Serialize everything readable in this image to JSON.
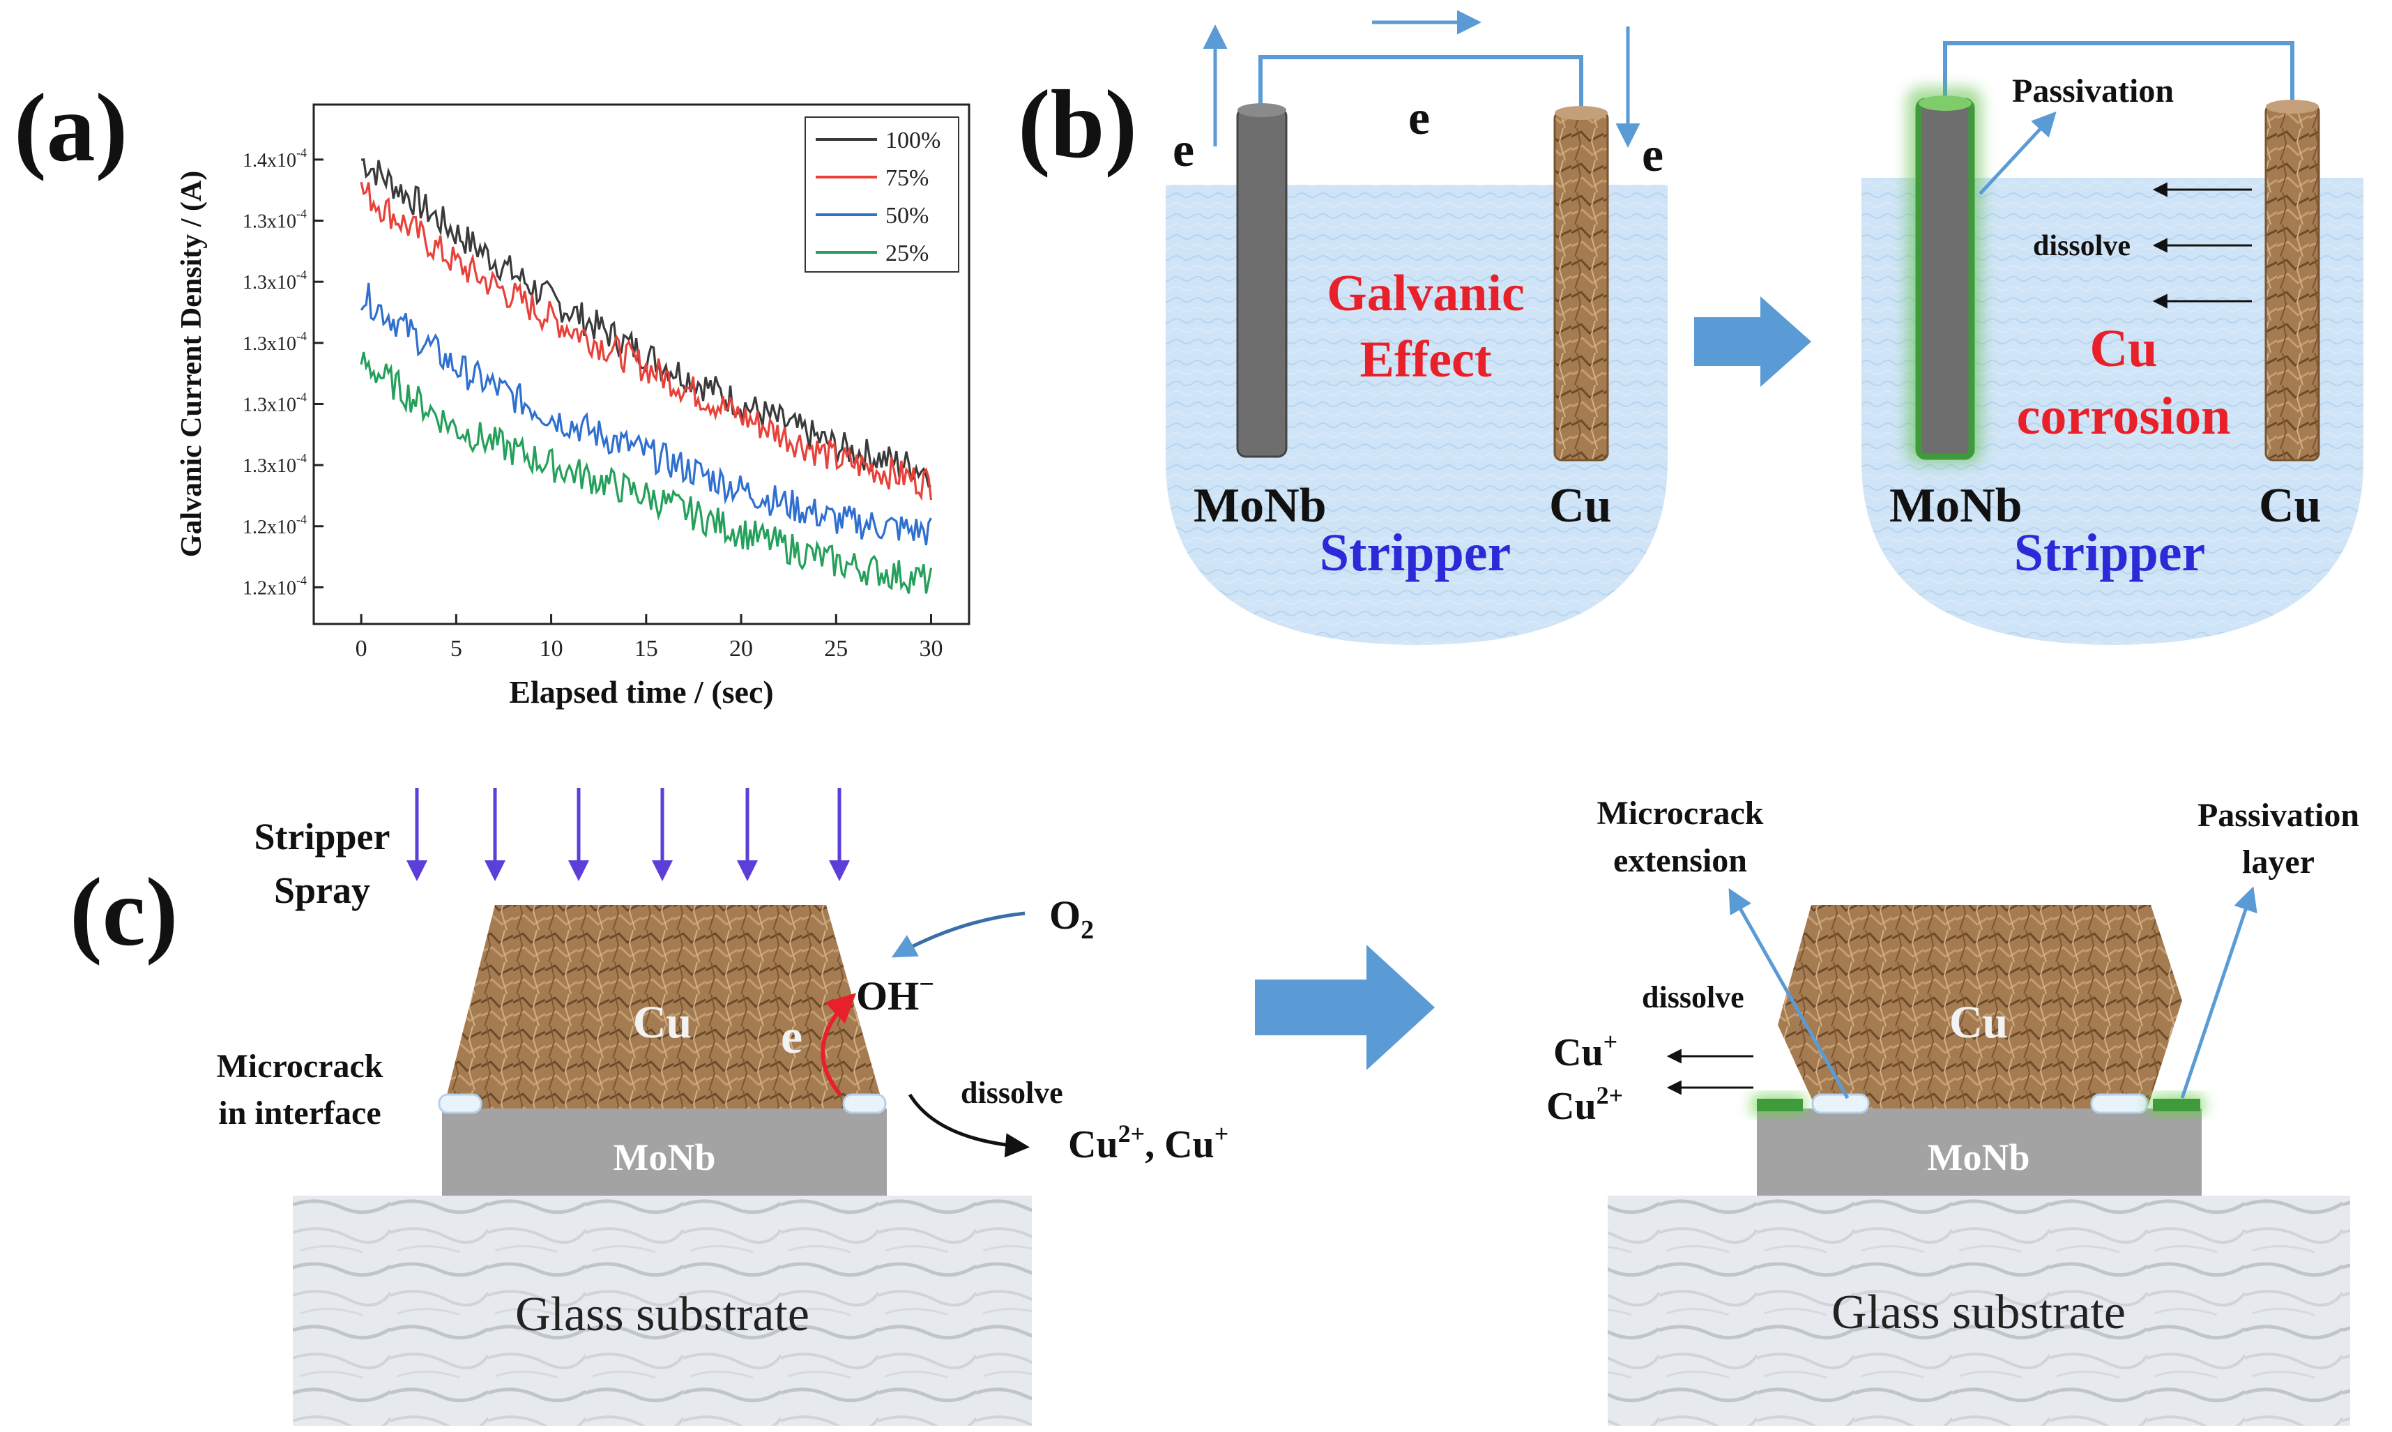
{
  "panels": {
    "a_label": "(a)",
    "b_label": "(b)",
    "c_label": "(c)"
  },
  "chart_data": {
    "type": "line",
    "xlabel": "Elapsed time / (sec)",
    "ylabel": "Galvanic Current Density / (A)",
    "x_ticks": [
      "0",
      "5",
      "10",
      "15",
      "20",
      "25",
      "30"
    ],
    "y_ticks": [
      {
        "base": "1.4x10",
        "exp": "-4"
      },
      {
        "base": "1.3x10",
        "exp": "-4"
      },
      {
        "base": "1.3x10",
        "exp": "-4"
      },
      {
        "base": "1.3x10",
        "exp": "-4"
      },
      {
        "base": "1.3x10",
        "exp": "-4"
      },
      {
        "base": "1.3x10",
        "exp": "-4"
      },
      {
        "base": "1.2x10",
        "exp": "-4"
      },
      {
        "base": "1.2x10",
        "exp": "-4"
      }
    ],
    "xlim": [
      -2.5,
      32
    ],
    "ylim": [
      -0.6,
      7.9
    ],
    "legend_position": "top-right",
    "series": [
      {
        "name": "100%",
        "color": "#3a3a3a",
        "x": [
          0,
          5,
          10,
          15,
          20,
          25,
          30
        ],
        "y": [
          7.0,
          5.8,
          4.7,
          3.8,
          3.0,
          2.3,
          1.9
        ]
      },
      {
        "name": "75%",
        "color": "#e8413a",
        "x": [
          0,
          5,
          10,
          15,
          20,
          25,
          30
        ],
        "y": [
          6.5,
          5.3,
          4.4,
          3.6,
          2.8,
          2.1,
          1.7
        ]
      },
      {
        "name": "50%",
        "color": "#2f6fcf",
        "x": [
          0,
          5,
          10,
          15,
          20,
          25,
          30
        ],
        "y": [
          4.8,
          3.6,
          2.8,
          2.2,
          1.6,
          1.1,
          0.9
        ]
      },
      {
        "name": "25%",
        "color": "#24a05a",
        "x": [
          0,
          5,
          10,
          15,
          20,
          25,
          30
        ],
        "y": [
          3.7,
          2.6,
          2.0,
          1.5,
          0.9,
          0.4,
          0.1
        ]
      }
    ]
  },
  "diagram_b": {
    "e_left": "e",
    "e_top": "e",
    "e_right": "e",
    "galvanic_line1": "Galvanic",
    "galvanic_line2": "Effect",
    "monb": "MoNb",
    "cu": "Cu",
    "stripper": "Stripper",
    "passivation": "Passivation",
    "dissolve": "dissolve",
    "cu_corrosion_line1": "Cu",
    "cu_corrosion_line2": "corrosion",
    "monb_right": "MoNb",
    "cu_right": "Cu",
    "stripper_right": "Stripper"
  },
  "diagram_c": {
    "stripper_line1": "Stripper",
    "stripper_line2": "Spray",
    "cu_layer": "Cu",
    "e_label": "e",
    "oh": "OH",
    "oh_sup": "−",
    "o2": "O",
    "o2_sub": "2",
    "microcrack_line1": "Microcrack",
    "microcrack_line2": "in interface",
    "dissolve": "dissolve",
    "ions_base1": "Cu",
    "ions_sup1": "2+",
    "ions_mid": ", Cu",
    "ions_sup2": "+",
    "monb": "MoNb",
    "glass": "Glass substrate",
    "ext_line1": "Microcrack",
    "ext_line2": "extension",
    "pass_line1": "Passivation",
    "pass_line2": "layer",
    "dissolve_right": "dissolve",
    "cu_plus": "Cu",
    "cu_plus_sup": "+",
    "cu_2plus": "Cu",
    "cu_2plus_sup": "2+",
    "cu_layer_right": "Cu",
    "monb_right": "MoNb",
    "glass_right": "Glass substrate"
  },
  "colors": {
    "wire": "#5b9bd5",
    "arrow_fill": "#5b9bd5",
    "red_text": "#e8202a",
    "blue_text": "#2a2ad8",
    "spray": "#5b3fd8",
    "monb_grey": "#a3a3a3",
    "electrode_grey": "#6e6e6e",
    "passivation_green": "#3f9a3a"
  }
}
